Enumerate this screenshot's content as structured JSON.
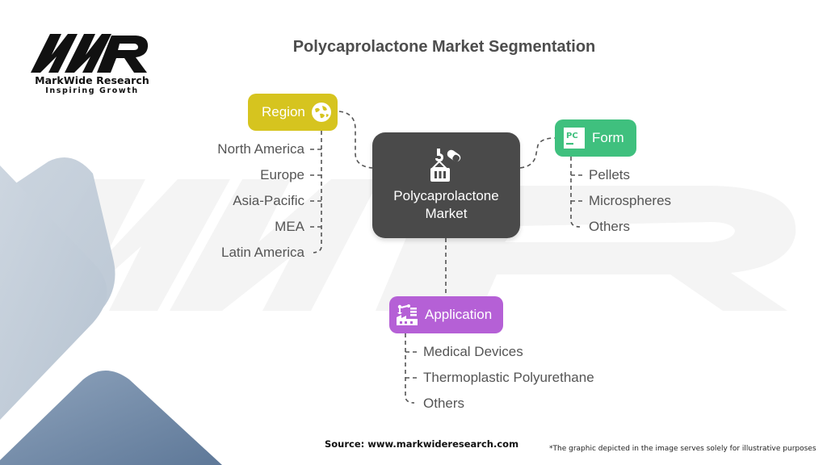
{
  "brand": {
    "logo_text": "MWR",
    "name": "MarkWide Research",
    "tagline": "Inspiring Growth"
  },
  "title": "Polycaprolactone Market Segmentation",
  "center_node": {
    "label_line1": "Polycaprolactone",
    "label_line2": "Market",
    "icon": "crane-hook-pill-icon",
    "color": "#4a4a4a"
  },
  "segments": [
    {
      "label": "Region",
      "icon": "globe-icon",
      "color": "#d6c41f",
      "items": [
        "North America",
        "Europe",
        "Asia-Pacific",
        "MEA",
        "Latin America"
      ]
    },
    {
      "label": "Form",
      "icon": "pc-logo-icon",
      "icon_text": "PC",
      "color": "#3fc07e",
      "items": [
        "Pellets",
        "Microspheres",
        "Others"
      ]
    },
    {
      "label": "Application",
      "icon": "factory-robot-arm-icon",
      "color": "#b560d6",
      "items": [
        "Medical Devices",
        "Thermoplastic Polyurethane",
        "Others"
      ]
    }
  ],
  "footer": {
    "source": "Source: www.markwideresearch.com",
    "disclaimer": "*The graphic depicted in the image serves solely for illustrative purposes"
  }
}
